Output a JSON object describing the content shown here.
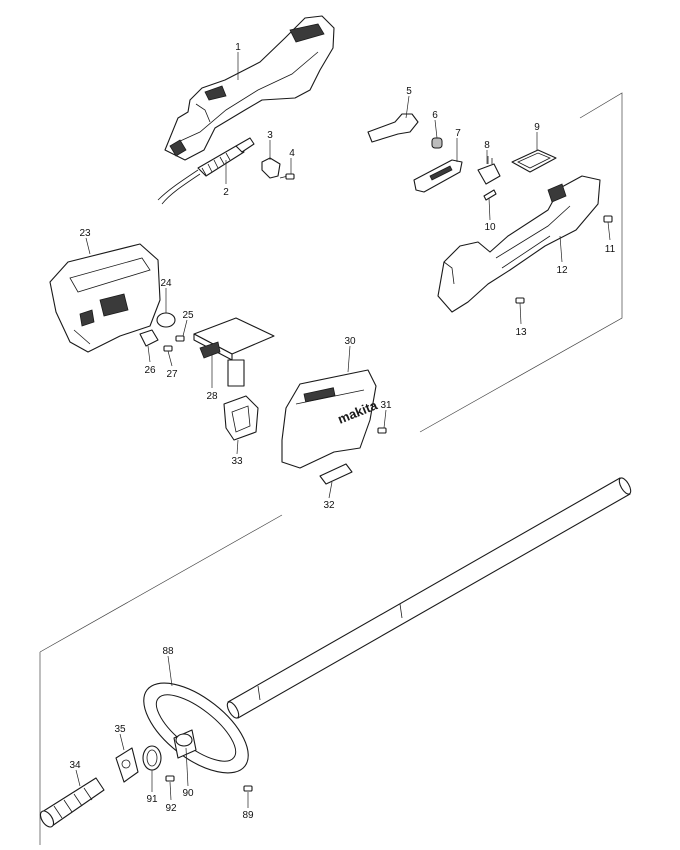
{
  "labels": {
    "p1": "1",
    "p2": "2",
    "p3": "3",
    "p4": "4",
    "p5": "5",
    "p6": "6",
    "p7": "7",
    "p8": "8",
    "p9": "9",
    "p10": "10",
    "p11": "11",
    "p12": "12",
    "p13": "13",
    "p23": "23",
    "p24": "24",
    "p25": "25",
    "p26": "26",
    "p27": "27",
    "p28": "28",
    "p30": "30",
    "p31": "31",
    "p32": "32",
    "p33": "33",
    "p34": "34",
    "p35": "35",
    "p88": "88",
    "p89": "89",
    "p90": "90",
    "p91": "91",
    "p92": "92"
  },
  "brand_logo": "makita"
}
